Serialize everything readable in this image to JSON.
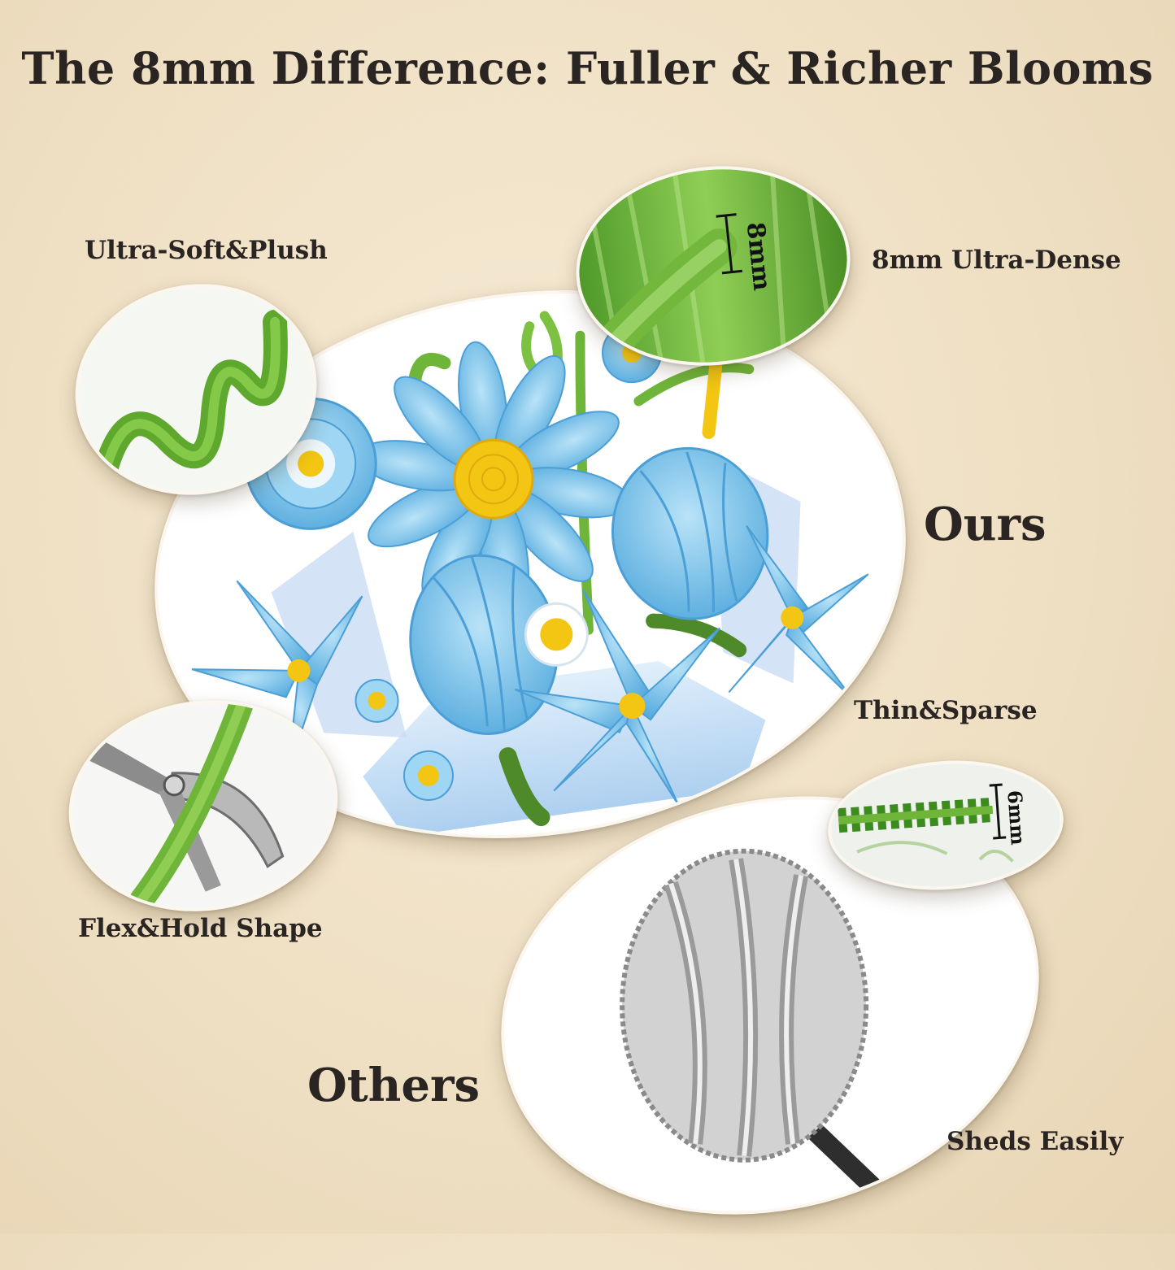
{
  "title": "The 8mm Difference: Fuller & Richer Blooms",
  "labels": {
    "soft": "Ultra-Soft&Plush",
    "dense": "8mm Ultra-Dense",
    "flex": "Flex&Hold Shape",
    "thin": "Thin&Sparse",
    "sheds": "Sheds Easily"
  },
  "headings": {
    "ours": "Ours",
    "others": "Others"
  },
  "measure": {
    "ours": "8mm",
    "others": "6mm"
  },
  "colors": {
    "flower_blue": "#7ec8ef",
    "stem_green": "#6fb53a",
    "center_yellow": "#f3c613",
    "background": "#efe0c4"
  }
}
